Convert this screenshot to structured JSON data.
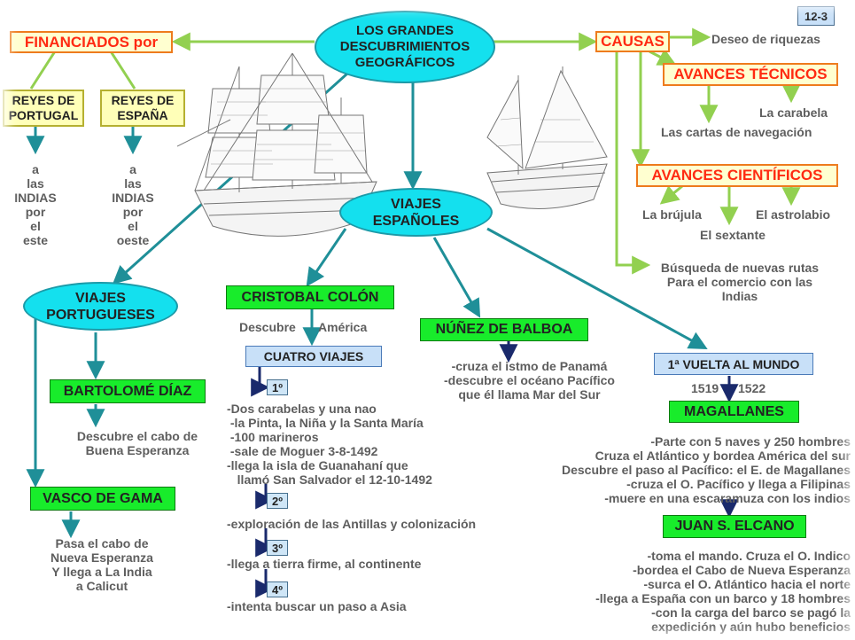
{
  "center": {
    "title": "LOS GRANDES\nDESCUBRIMIENTOS\nGEOGRÁFICOS"
  },
  "page_tag": "12-3",
  "financiados": {
    "label": "FINANCIADOS por",
    "left": {
      "box": "REYES DE\nPORTUGAL",
      "text": "a\nlas\nINDIAS\npor\nel\neste"
    },
    "right": {
      "box": "REYES DE\nESPAÑA",
      "text": "a\nlas\nINDIAS\npor\nel\noeste"
    }
  },
  "causas": {
    "label": "CAUSAS",
    "deseo": "Deseo de riquezas",
    "tecnicos": {
      "label": "AVANCES TÉCNICOS",
      "carabela": "La carabela",
      "cartas": "Las cartas de navegación"
    },
    "cientificos": {
      "label": "AVANCES CIENTÍFICOS",
      "brujula": "La brújula",
      "astrolabio": "El astrolabio",
      "sextante": "El sextante"
    },
    "rutas": "Búsqueda de nuevas rutas\nPara el comercio con las\nIndias"
  },
  "espanoles": {
    "label": "VIAJES\nESPAÑOLES"
  },
  "portugueses": {
    "label": "VIAJES\nPORTUGUESES",
    "diaz": {
      "label": "BARTOLOMÉ DÍAZ",
      "text": "Descubre el cabo de\nBuena Esperanza"
    },
    "gama": {
      "label": "VASCO DE GAMA",
      "text": "Pasa el cabo de\nNueva Esperanza\nY llega a La India\na Calicut"
    }
  },
  "colon": {
    "label": "CRISTOBAL COLÓN",
    "descubre": "Descubre",
    "america": "América",
    "viajes": "CUATRO VIAJES",
    "v1": {
      "num": "1º",
      "text": "-Dos carabelas y una nao\n -la Pinta, la Niña y la Santa María\n -100 marineros\n -sale de Moguer 3-8-1492\n-llega la isla de Guanahaní que\n   llamó San Salvador el 12-10-1492"
    },
    "v2": {
      "num": "2º",
      "text": "-exploración de las Antillas y colonización"
    },
    "v3": {
      "num": "3º",
      "text": "-llega a tierra firme, al continente"
    },
    "v4": {
      "num": "4º",
      "text": "-intenta buscar un paso a Asia"
    }
  },
  "balboa": {
    "label": "NÚÑEZ DE BALBOA",
    "text": "-cruza el istmo de Panamá\n-descubre el océano Pacífico\nque él llama Mar del Sur"
  },
  "vuelta": {
    "label": "1ª VUELTA AL MUNDO",
    "year1": "1519",
    "year2": "1522",
    "magallanes": {
      "label": "MAGALLANES",
      "text": "-Parte con 5 naves y 250 hombres\nCruza el Atlántico y bordea América del sur\nDescubre el paso al Pacífico: el E. de Magallanes\n-cruza el O. Pacífico y llega a Filipinas\n-muere en una escaramuza con los indios"
    },
    "elcano": {
      "label": "JUAN S. ELCANO",
      "text": "-toma el mando. Cruza el O. Indico\n-bordea el Cabo de Nueva Esperanza\n-surca el O. Atlántico hacia el norte\n-llega a España con un barco y 18 hombres\n-con la carga del barco se pagó la\nexpedición y aún hubo beneficios"
    }
  },
  "colors": {
    "teal_line": "#1f8f98",
    "green_line": "#92d050",
    "navy_line": "#1a2a6c",
    "oval_fill": "#14e0ee",
    "box_green": "#18ec2b",
    "orange_border": "#ee7b1d",
    "red_text": "#ff2a12"
  }
}
